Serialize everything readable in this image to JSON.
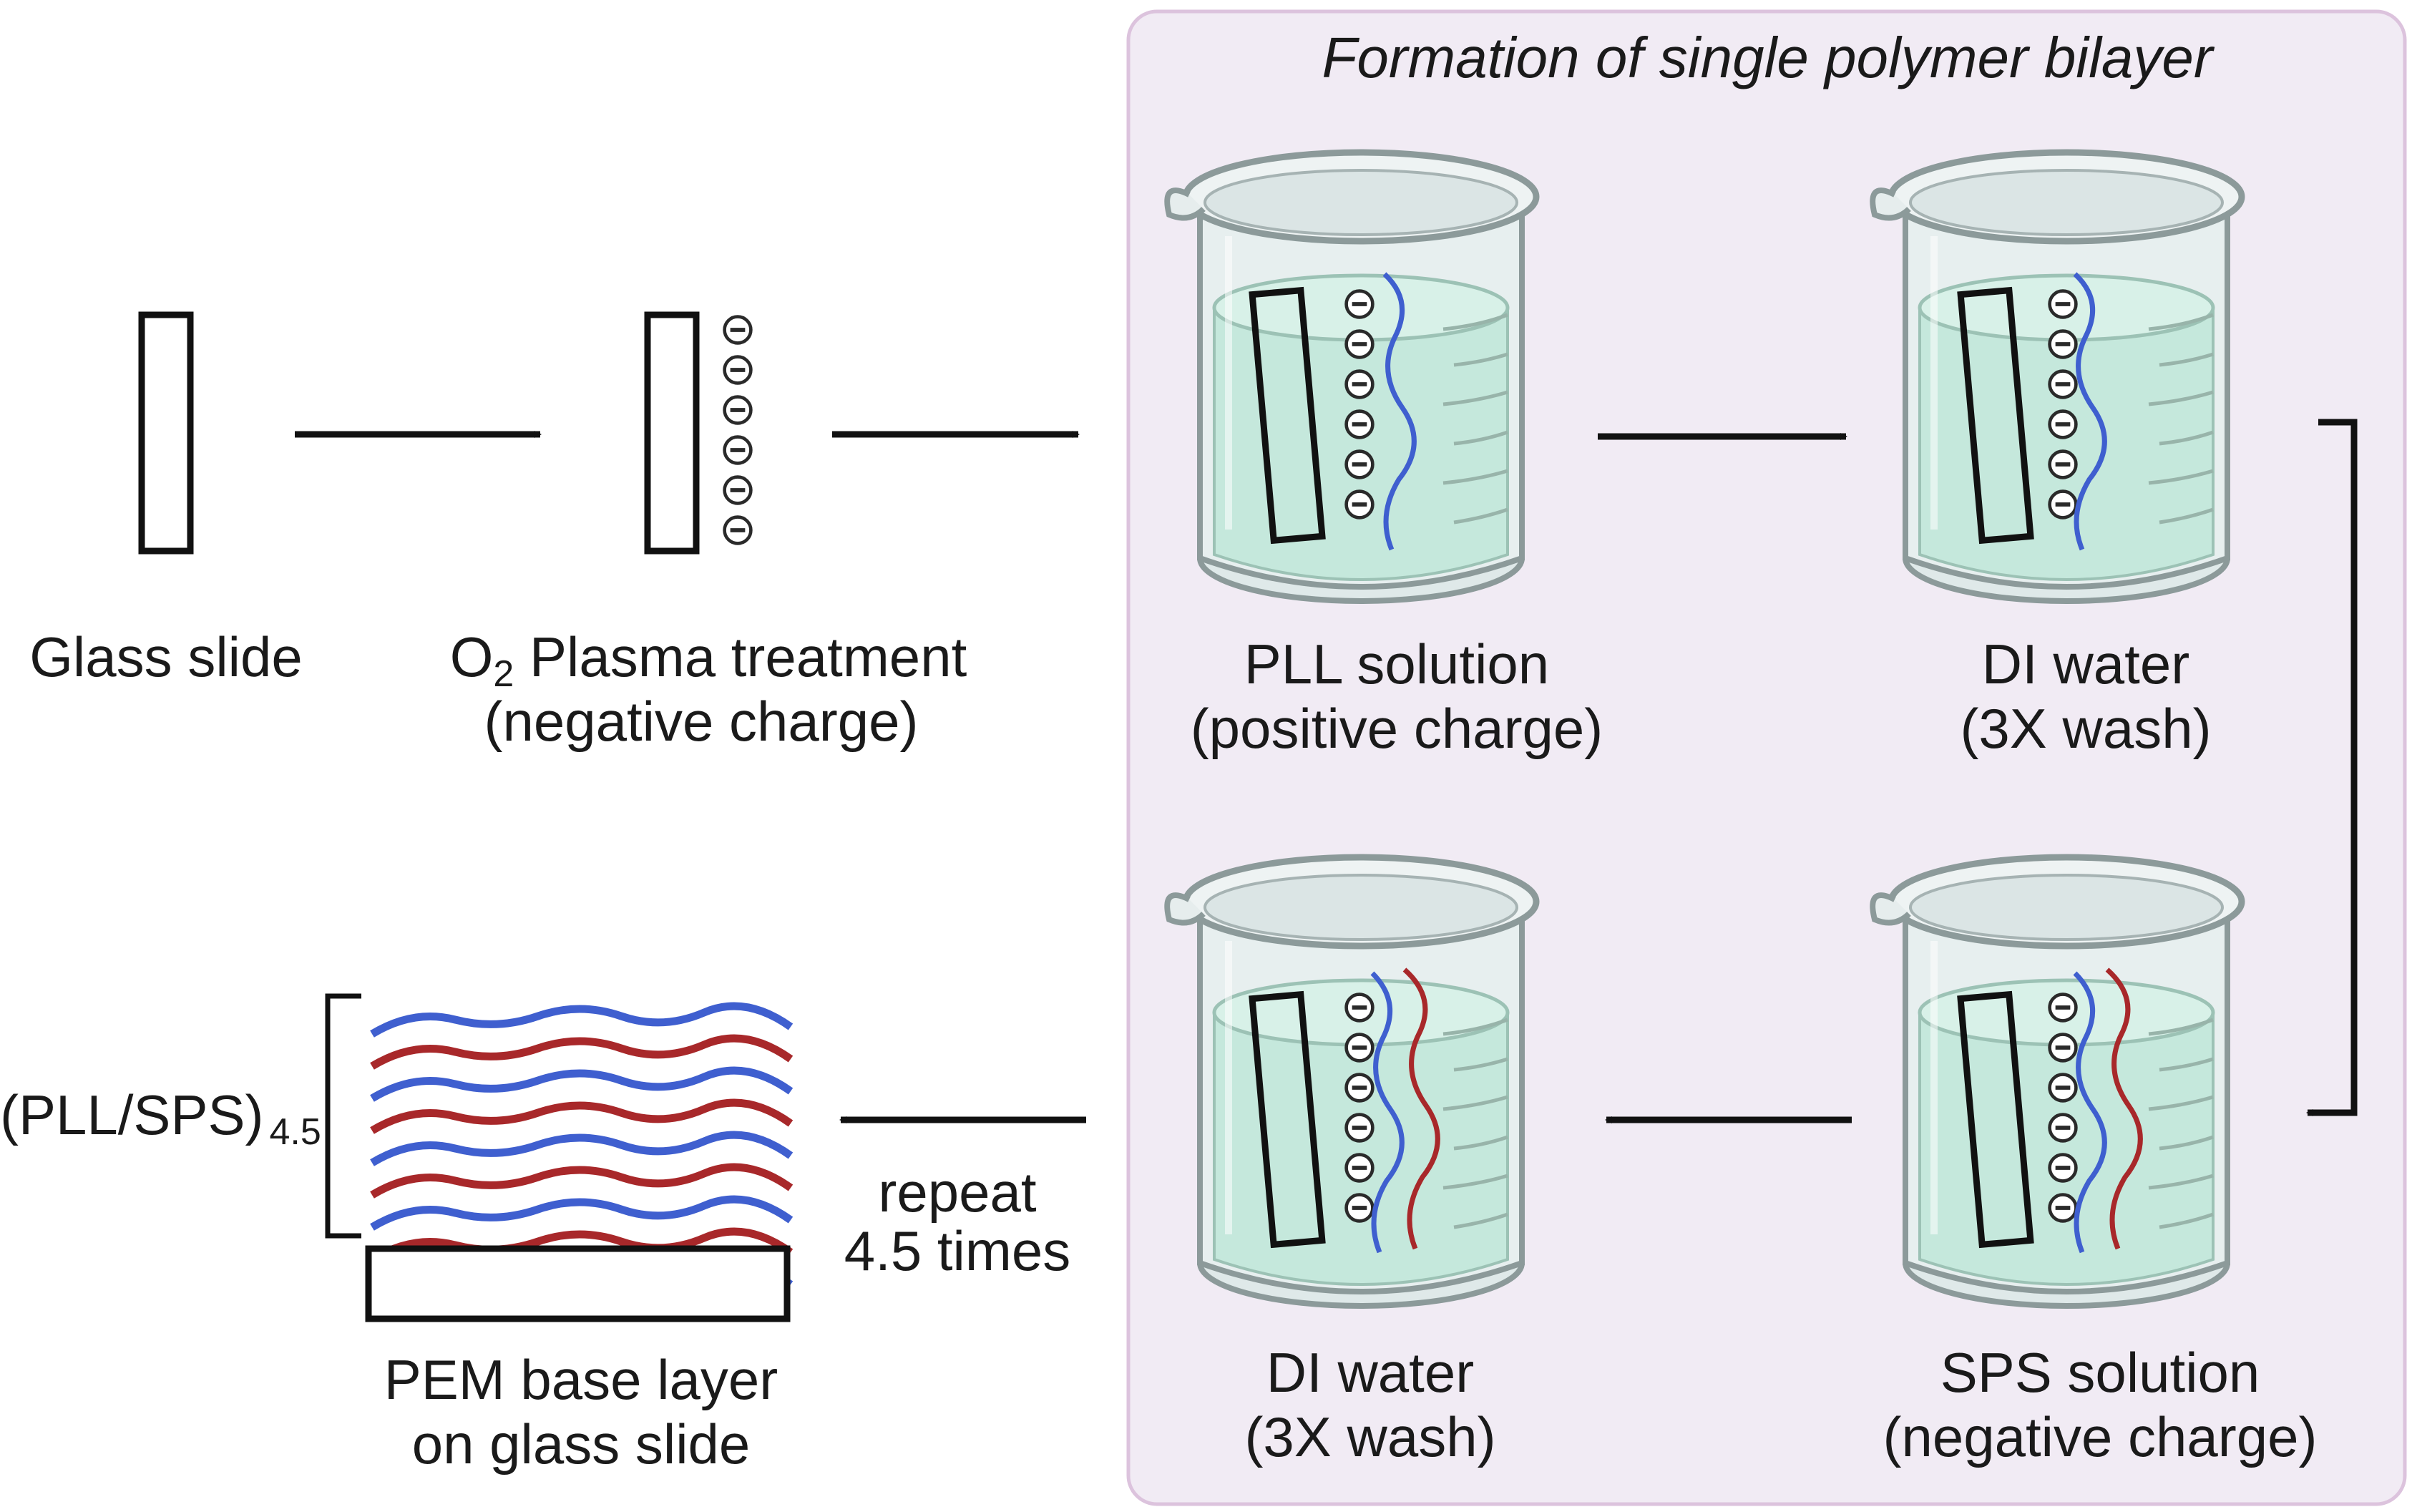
{
  "panel": {
    "title": "Formation of single polymer bilayer"
  },
  "steps": {
    "glass": {
      "label": "Glass slide"
    },
    "plasma": {
      "prefix": "O",
      "subscript": "2",
      "suffix": " Plasma treatment",
      "line2": "(negative charge)"
    },
    "pll": {
      "line1": "PLL solution",
      "line2": "(positive charge)"
    },
    "di_water_1": {
      "line1": "DI water",
      "line2": "(3X wash)"
    },
    "sps": {
      "line1": "SPS solution",
      "line2": "(negative charge)"
    },
    "di_water_2": {
      "line1": "DI water",
      "line2": "(3X wash)"
    },
    "pem": {
      "line1": "PEM base layer",
      "line2": "on glass slide"
    }
  },
  "repeat": {
    "line1": "repeat",
    "line2": "4.5 times"
  },
  "bracket": {
    "label": "(PLL/SPS)",
    "subscript": "4.5"
  },
  "colors": {
    "panel_fill": "#f1ebf4",
    "panel_border": "#dcc3dd",
    "pll_polymer": "#3f5fcf",
    "sps_polymer": "#a8282a",
    "liquid": "#c8e9de",
    "glass": "#e4eeee"
  }
}
